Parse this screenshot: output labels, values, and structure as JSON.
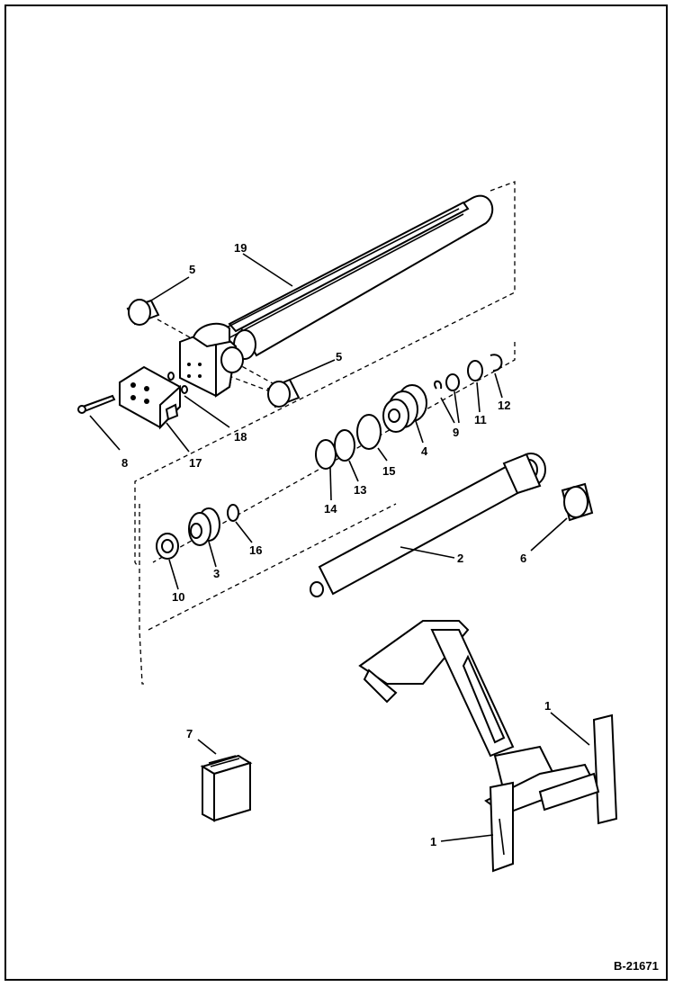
{
  "figure_id": "B-21671",
  "callouts": [
    {
      "id": "c19",
      "text": "19"
    },
    {
      "id": "c5a",
      "text": "5"
    },
    {
      "id": "c5b",
      "text": "5"
    },
    {
      "id": "c8",
      "text": "8"
    },
    {
      "id": "c17",
      "text": "17"
    },
    {
      "id": "c18",
      "text": "18"
    },
    {
      "id": "c14",
      "text": "14"
    },
    {
      "id": "c13",
      "text": "13"
    },
    {
      "id": "c15",
      "text": "15"
    },
    {
      "id": "c4",
      "text": "4"
    },
    {
      "id": "c9",
      "text": "9"
    },
    {
      "id": "c11",
      "text": "11"
    },
    {
      "id": "c12",
      "text": "12"
    },
    {
      "id": "c2",
      "text": "2"
    },
    {
      "id": "c6",
      "text": "6"
    },
    {
      "id": "c16",
      "text": "16"
    },
    {
      "id": "c3",
      "text": "3"
    },
    {
      "id": "c10",
      "text": "10"
    },
    {
      "id": "c7",
      "text": "7"
    },
    {
      "id": "c1a",
      "text": "1"
    },
    {
      "id": "c1b",
      "text": "1"
    }
  ]
}
